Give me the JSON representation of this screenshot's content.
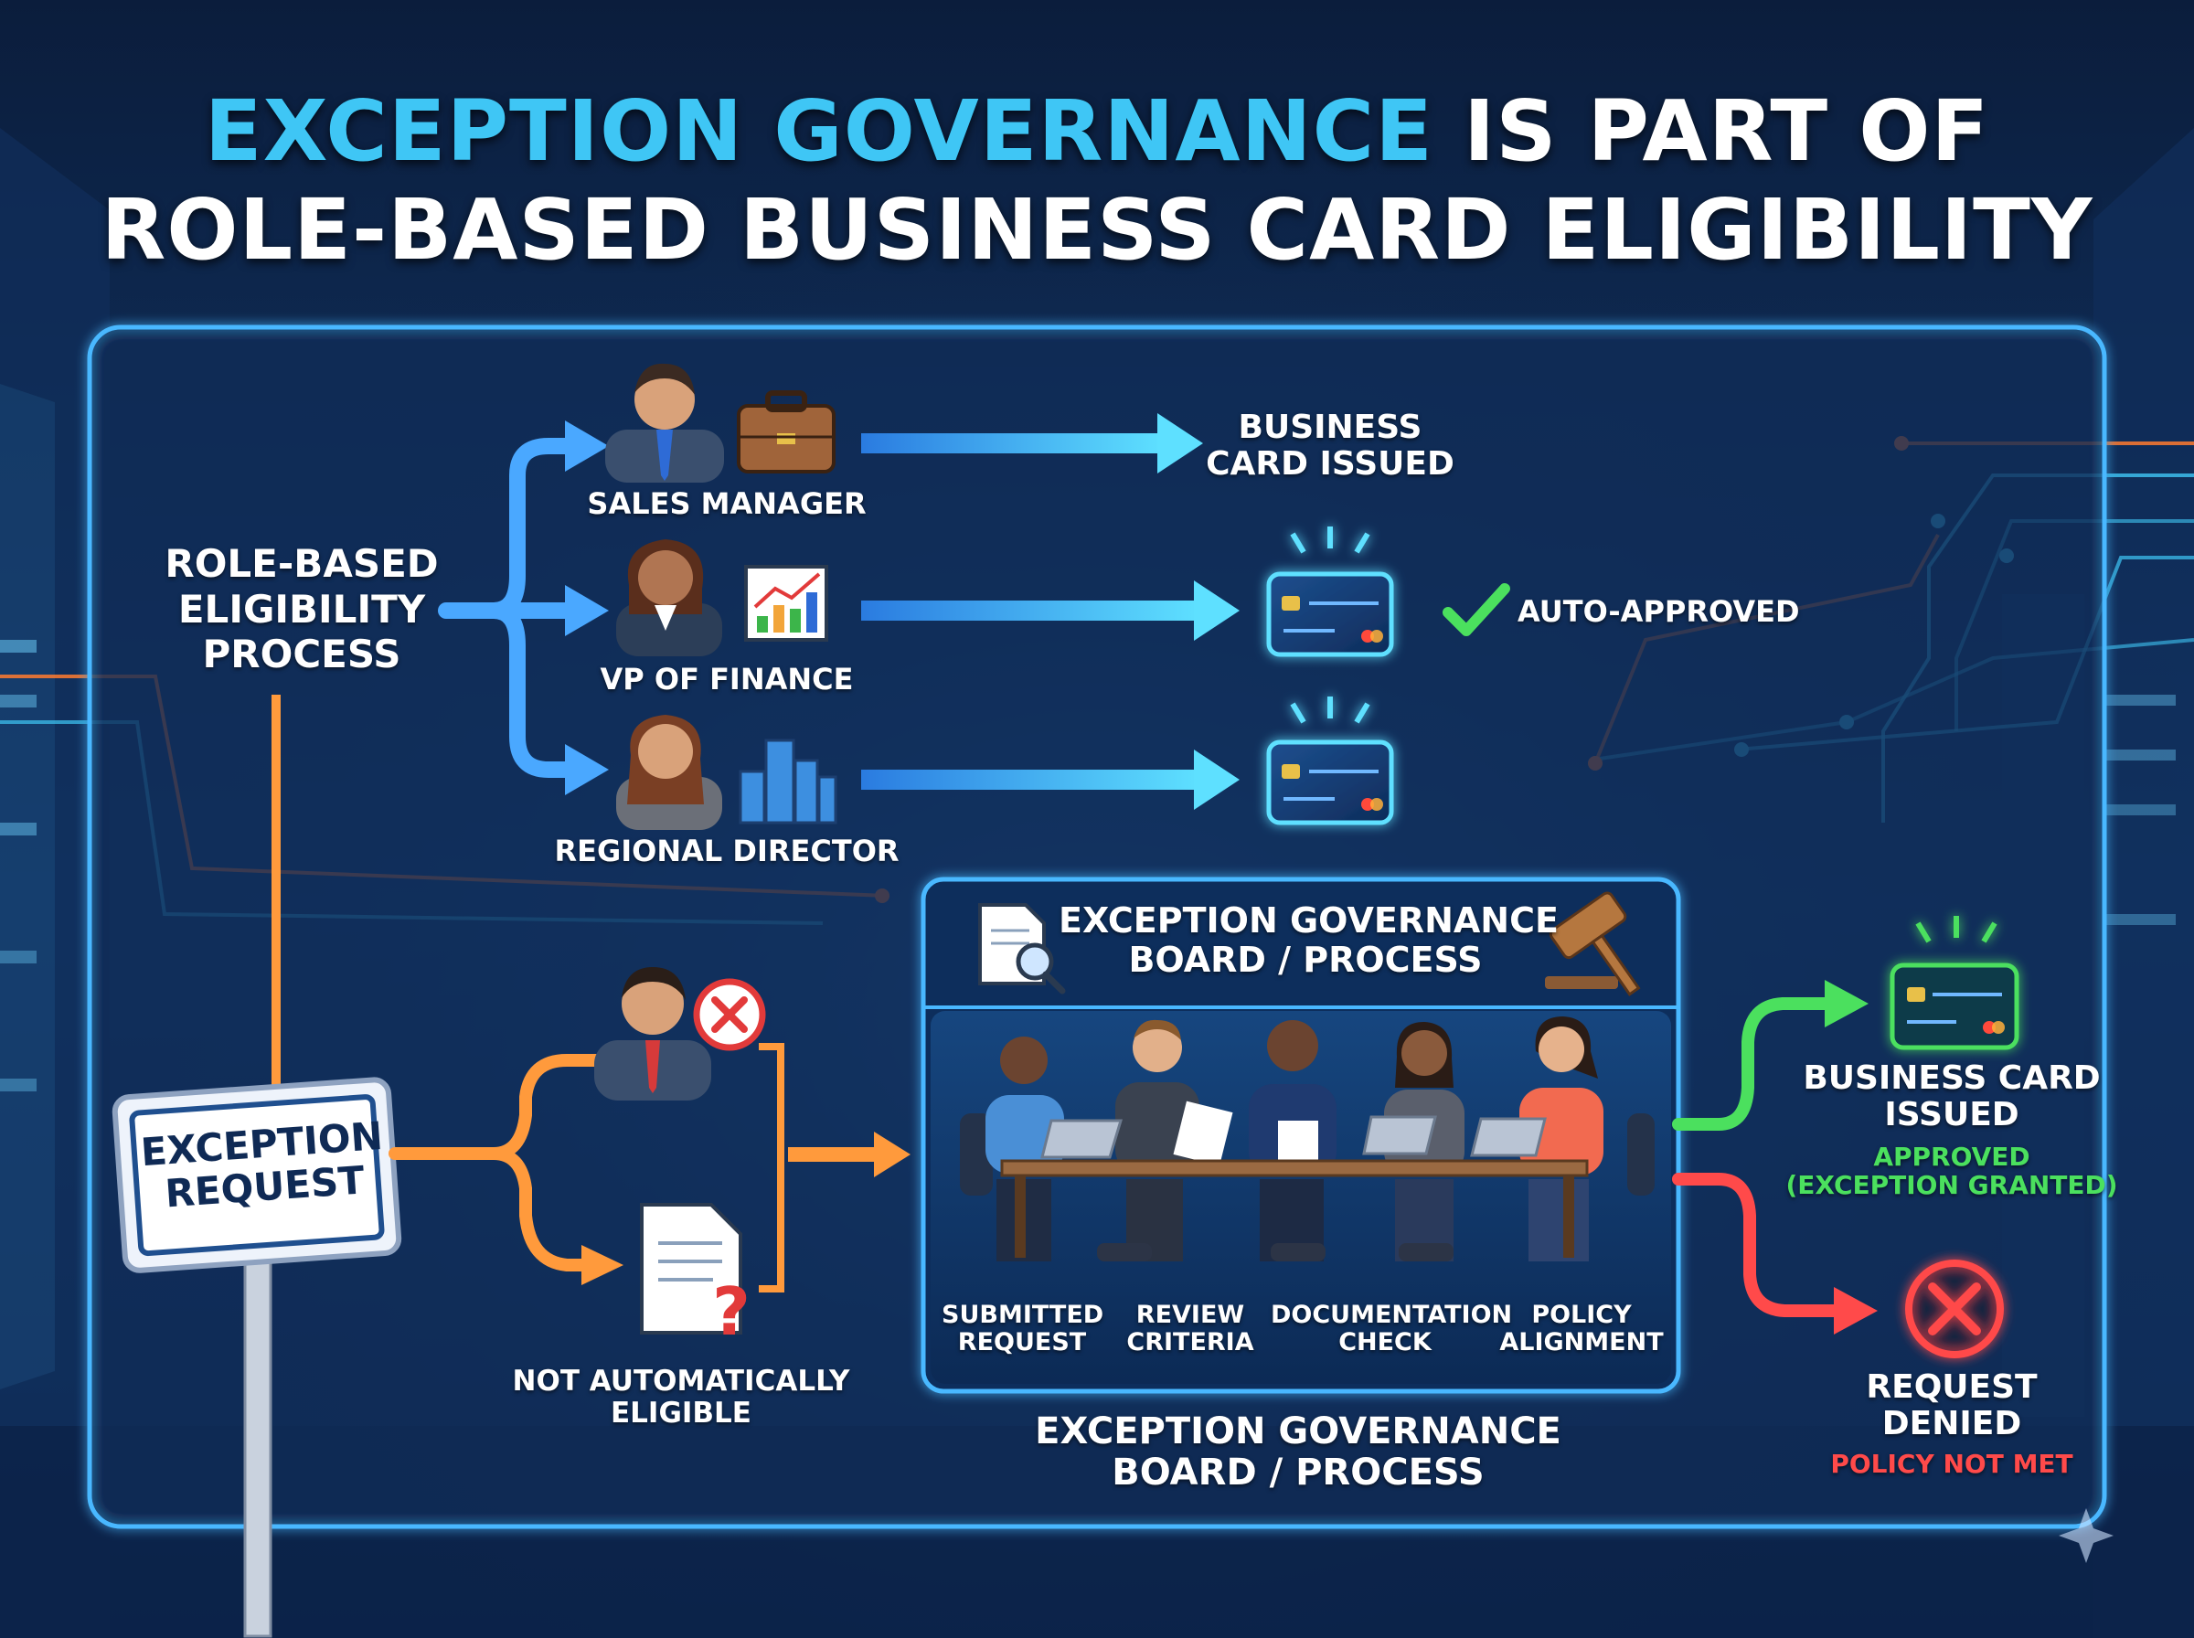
{
  "title": {
    "highlight": "EXCEPTION GOVERNANCE",
    "rest": " IS PART OF",
    "line2": "ROLE-BASED BUSINESS CARD ELIGIBILITY"
  },
  "process": {
    "l1": "ROLE-BASED",
    "l2": "ELIGIBILITY",
    "l3": "PROCESS"
  },
  "roles": [
    {
      "label": "SALES MANAGER",
      "icon": "briefcase-icon"
    },
    {
      "label": "VP OF FINANCE",
      "icon": "growth-chart-icon"
    },
    {
      "label": "REGIONAL DIRECTOR",
      "icon": "city-buildings-icon"
    }
  ],
  "outcome_top": {
    "l1": "BUSINESS",
    "l2": "CARD ISSUED"
  },
  "auto_approved": "AUTO-APPROVED",
  "exception_sign": {
    "l1": "EXCEPTION",
    "l2": "REQUEST"
  },
  "not_eligible": {
    "l1": "NOT AUTOMATICALLY",
    "l2": "ELIGIBLE"
  },
  "board": {
    "header_l1": "EXCEPTION GOVERNANCE",
    "header_l2": "BOARD / PROCESS",
    "steps": [
      {
        "l1": "SUBMITTED",
        "l2": "REQUEST"
      },
      {
        "l1": "REVIEW",
        "l2": "CRITERIA"
      },
      {
        "l1": "DOCUMENTATION",
        "l2": "CHECK"
      },
      {
        "l1": "POLICY",
        "l2": "ALIGNMENT"
      }
    ],
    "caption_l1": "EXCEPTION GOVERNANCE",
    "caption_l2": "BOARD / PROCESS"
  },
  "approved": {
    "l1": "BUSINESS CARD",
    "l2": "ISSUED",
    "s1": "APPROVED",
    "s2": "(EXCEPTION GRANTED)"
  },
  "denied": {
    "l1": "REQUEST",
    "l2": "DENIED",
    "s1": "POLICY NOT MET"
  },
  "colors": {
    "accent": "#3fc6f5",
    "orange": "#ff9a3c",
    "green": "#4be05e",
    "red": "#ff4a4a",
    "panel": "#0f2a55"
  }
}
